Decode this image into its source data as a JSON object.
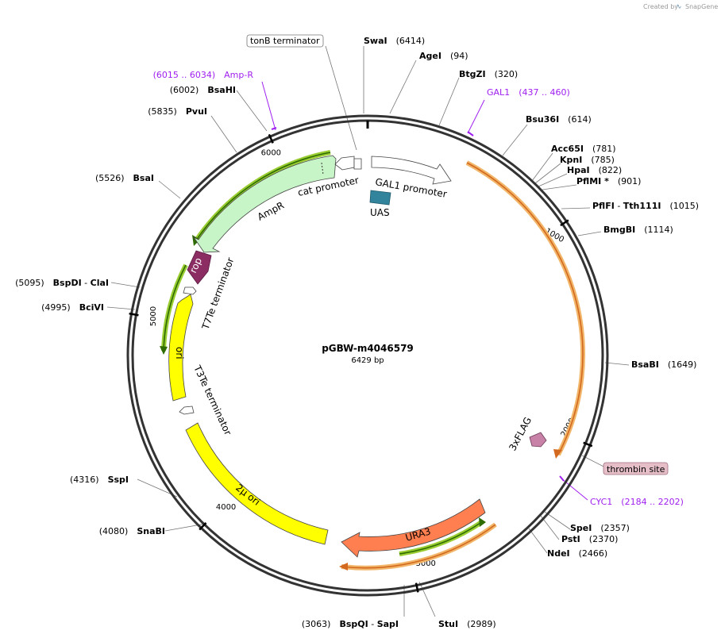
{
  "credit": {
    "prefix": "Created by",
    "brand": "SnapGene"
  },
  "plasmid": {
    "name": "pGBW-m4046579",
    "length": "6429 bp",
    "bp": 6429
  },
  "ticks": [
    {
      "pos": 1000,
      "label": "1000"
    },
    {
      "pos": 2000,
      "label": "2000"
    },
    {
      "pos": 3000,
      "label": "3000"
    },
    {
      "pos": 4000,
      "label": "4000"
    },
    {
      "pos": 5000,
      "label": "5000"
    },
    {
      "pos": 6000,
      "label": "6000"
    }
  ],
  "sites": [
    {
      "name": "SwaI",
      "pos": "(6414)"
    },
    {
      "name": "AgeI",
      "pos": "(94)"
    },
    {
      "name": "BtgZI",
      "pos": "(320)"
    },
    {
      "name": "Bsu36I",
      "pos": "(614)"
    },
    {
      "name": "Acc65I",
      "pos": "(781)"
    },
    {
      "name": "KpnI",
      "pos": "(785)"
    },
    {
      "name": "HpaI",
      "pos": "(822)"
    },
    {
      "name": "PflMI *",
      "pos": "(901)"
    },
    {
      "name": "PflFI",
      "sep": " - ",
      "name2": "Tth111I",
      "pos": "(1015)"
    },
    {
      "name": "BmgBI",
      "pos": "(1114)"
    },
    {
      "name": "BsaBI",
      "pos": "(1649)"
    },
    {
      "name": "SpeI",
      "pos": "(2357)"
    },
    {
      "name": "PstI",
      "pos": "(2370)"
    },
    {
      "name": "NdeI",
      "pos": "(2466)"
    },
    {
      "name": "StuI",
      "pos": "(2989)"
    },
    {
      "name": "BspQI",
      "sep": " - ",
      "name2": "SapI",
      "pos": "(3063)"
    },
    {
      "name": "SnaBI",
      "pos": "(4080)"
    },
    {
      "name": "SspI",
      "pos": "(4316)"
    },
    {
      "name": "BciVI",
      "pos": "(4995)"
    },
    {
      "name": "BspDI",
      "sep": " - ",
      "name2": "ClaI",
      "pos": "(5095)"
    },
    {
      "name": "BsaI",
      "pos": "(5526)"
    },
    {
      "name": "PvuI",
      "pos": "(5835)"
    },
    {
      "name": "BsaHI",
      "pos": "(6002)"
    }
  ],
  "primers": [
    {
      "name": "Amp-R",
      "range": "(6015 .. 6034)"
    },
    {
      "name": "GAL1",
      "range": "(437 .. 460)"
    },
    {
      "name": "CYC1",
      "range": "(2184 .. 2202)"
    }
  ],
  "features": {
    "tonB": "tonB terminator",
    "gal1": "GAL1 promoter",
    "uas": "UAS",
    "cat": "cat promoter",
    "ampr": "AmpR",
    "rop": "rop",
    "t7te": "T7Te terminator",
    "ori": "ori",
    "t3te": "T3Te terminator",
    "two_mu": "2μ ori",
    "ura3": "URA3",
    "flag": "3xFLAG",
    "thrombin": "thrombin site"
  },
  "colors": {
    "backbone": "#333333",
    "orf_outline": "#f2b66a",
    "orf_line": "#d2691e",
    "orf_inner": "#e0a54d",
    "green_outline": "#9acd32",
    "green_line": "#2e6b00",
    "ampr": "#c8f5c8",
    "promoter": "#ffffff",
    "uas": "#31849b",
    "rop": "#8b2c63",
    "ori": "#ffff00",
    "ura3": "#ff7f50",
    "flag": "#c882a8",
    "thrombin": "#e5bec8",
    "primer": "#a020f0"
  }
}
